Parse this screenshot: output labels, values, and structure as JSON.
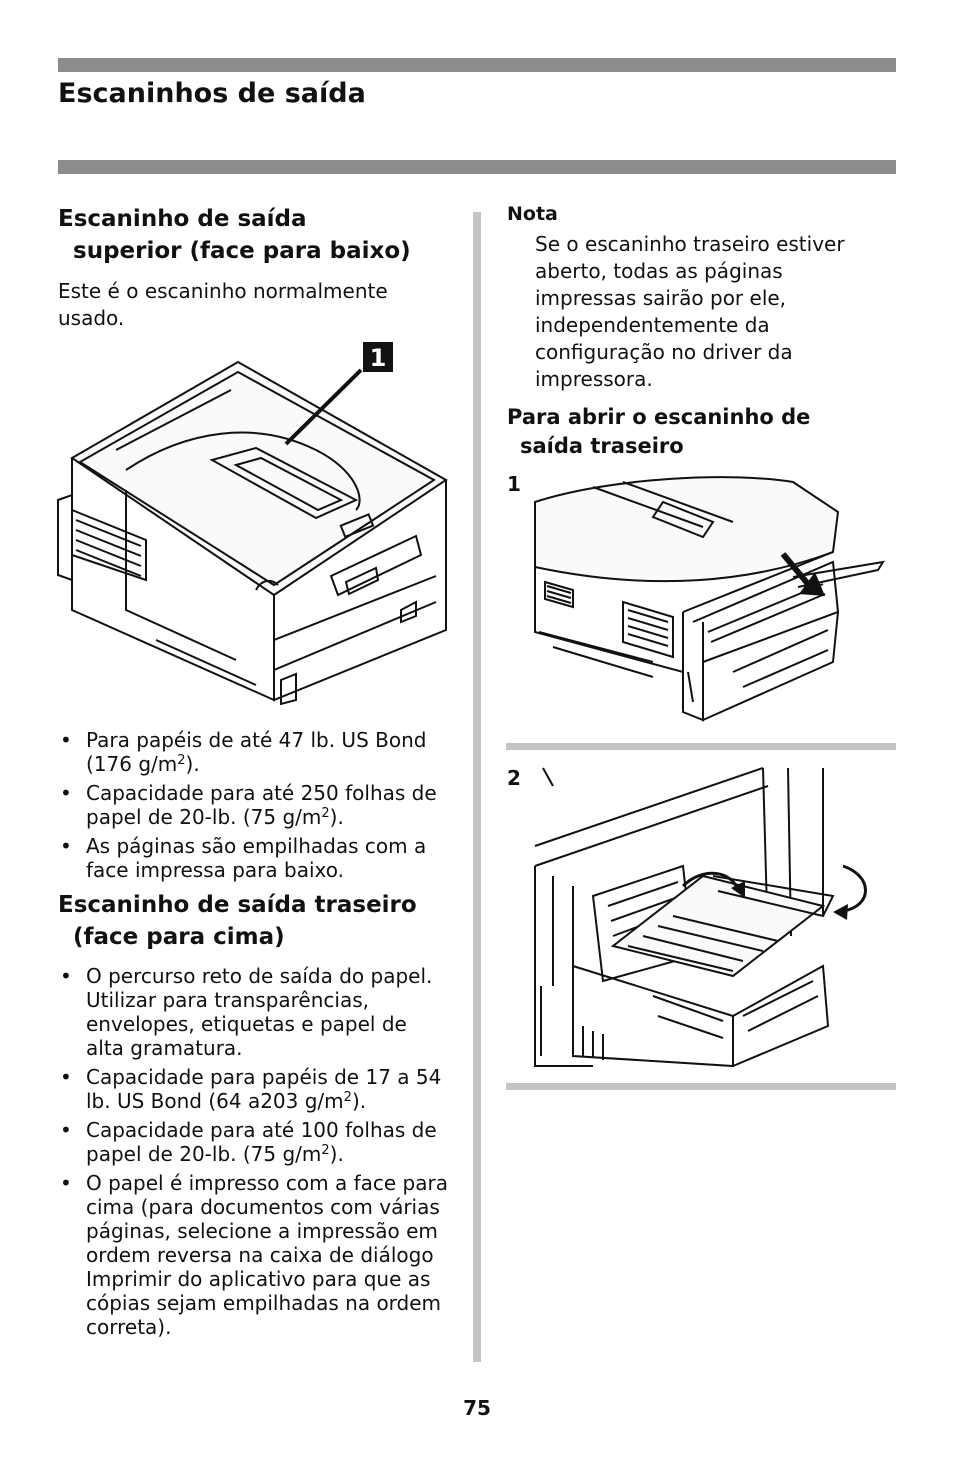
{
  "page": {
    "title": "Escaninhos de saída",
    "number": "75"
  },
  "left": {
    "section1": {
      "heading_line1": "Escaninho de saída",
      "heading_line2": "superior (face para baixo)",
      "intro": "Este é o escaninho normalmente usado.",
      "callout": "1",
      "bullets": [
        {
          "text": "Para papéis de até 47 lb. US Bond (176 g/m",
          "sup": "2",
          "tail": ")."
        },
        {
          "text": "Capacidade para até 250 folhas de papel de 20-lb. (75 g/m",
          "sup": "2",
          "tail": ")."
        },
        {
          "text": "As páginas são empilhadas com a face impressa para baixo.",
          "sup": "",
          "tail": ""
        }
      ]
    },
    "section2": {
      "heading_line1": "Escaninho de saída traseiro",
      "heading_line2": "(face para cima)",
      "bullets": [
        {
          "text": "O percurso reto de saída do papel. Utilizar para transparências, envelopes, etiquetas e papel de alta gramatura.",
          "sup": "",
          "tail": ""
        },
        {
          "text": "Capacidade para papéis de 17 a 54 lb. US Bond (64 a203 g/m",
          "sup": "2",
          "tail": ")."
        },
        {
          "text": "Capacidade para até 100 folhas de papel de 20-lb. (75 g/m",
          "sup": "2",
          "tail": ")."
        },
        {
          "text": "O papel é impresso com a face para cima (para documentos com várias páginas, selecione a impressão em ordem reversa na caixa de diálogo Imprimir do aplicativo para que as cópias sejam empilhadas na ordem correta).",
          "sup": "",
          "tail": ""
        }
      ]
    }
  },
  "right": {
    "note_label": "Nota",
    "note_text": "Se o escaninho traseiro estiver aberto, todas as páginas impressas sairão por ele, independentemente da configuração no driver da impressora.",
    "procedure_heading_line1": "Para abrir o escaninho de",
    "procedure_heading_line2": "saída traseiro",
    "steps": [
      "1",
      "2"
    ]
  }
}
